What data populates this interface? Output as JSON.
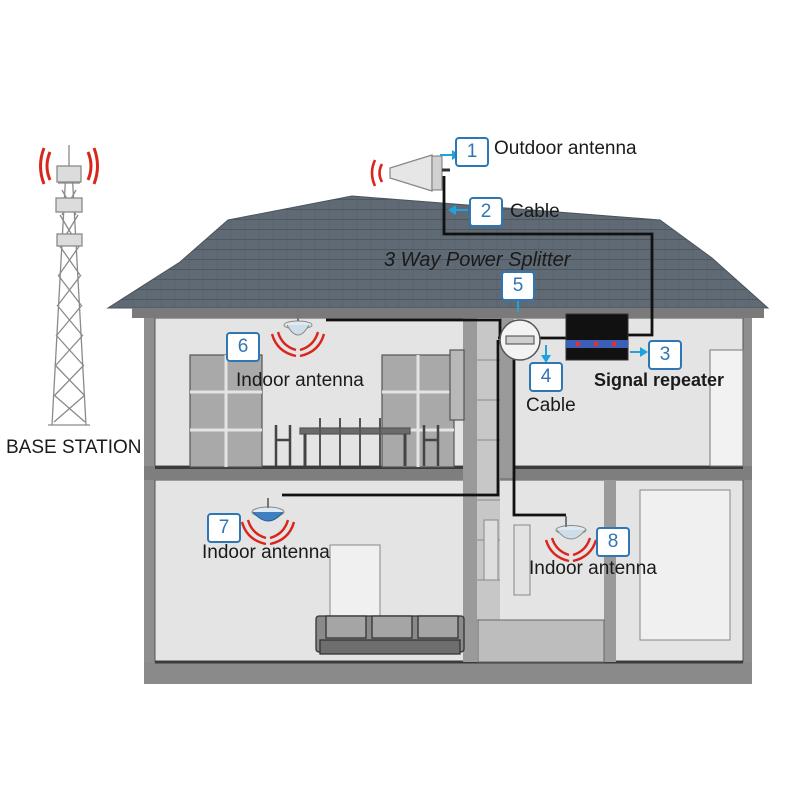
{
  "base_station": {
    "label": "BASE STATION"
  },
  "title": {
    "text": "3 Way Power Splitter"
  },
  "callouts": [
    {
      "number": "1",
      "label": "Outdoor antenna"
    },
    {
      "number": "2",
      "label": "Cable"
    },
    {
      "number": "3",
      "label": "Signal repeater"
    },
    {
      "number": "4",
      "label": "Cable"
    },
    {
      "number": "5",
      "label": ""
    },
    {
      "number": "6",
      "label": "Indoor antenna"
    },
    {
      "number": "7",
      "label": "Indoor antenna"
    },
    {
      "number": "8",
      "label": "Indoor antenna"
    }
  ],
  "colors": {
    "roof": "#5c6670",
    "walls": "#8e8e8e",
    "room": "#e6e6e6",
    "signal_waves": "#d9261c",
    "callout": "#2f76b5",
    "arrow": "#1fa3dc",
    "cable": "#111111"
  }
}
